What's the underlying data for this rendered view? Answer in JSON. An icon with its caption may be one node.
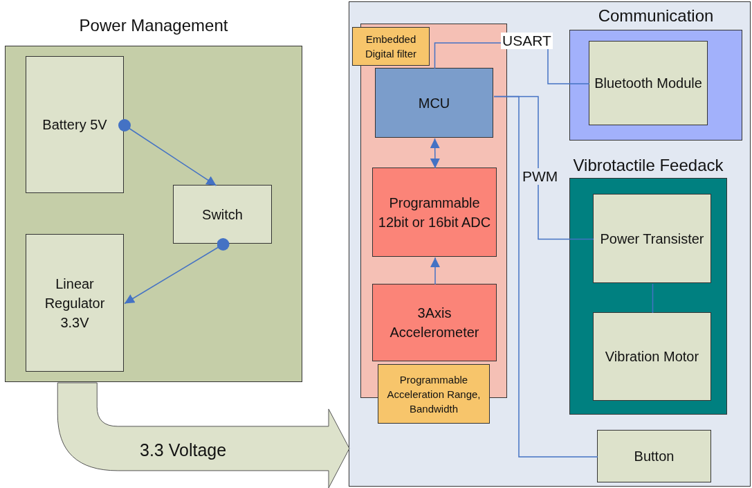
{
  "diagram": {
    "nodes": [
      {
        "text": [
          "Power Management"
        ]
      },
      {
        "text": [
          "Battery 5V"
        ],
        "in": 0
      },
      {
        "text": [
          "Switch"
        ],
        "in": 0
      },
      {
        "text": [
          "Linear Regulator 3.3V"
        ],
        "in": 0
      },
      {
        "text": [],
        "shape": "box"
      },
      {
        "text": [],
        "shape": "box",
        "in": 4
      },
      {
        "text": [
          "Embedded Digital filter"
        ],
        "in": 4
      },
      {
        "text": [
          "MCU"
        ],
        "in": 5
      },
      {
        "text": [
          "Programmable 12bit or 16bit ADC"
        ],
        "in": 5
      },
      {
        "text": [
          "3Axis Accelerometer"
        ],
        "in": 5
      },
      {
        "text": [
          "Programmable Acceleration Range, Bandwidth"
        ],
        "in": 4
      },
      {
        "text": [
          "Communication"
        ],
        "in": 4
      },
      {
        "text": [
          "Bluetooth Module"
        ],
        "in": 11
      },
      {
        "text": [
          "Vibrotactile Feedack"
        ],
        "in": 4
      },
      {
        "text": [
          "Power Transister"
        ],
        "in": 13
      },
      {
        "text": [
          "Vibration Motor"
        ],
        "in": 13
      },
      {
        "text": [
          "Button"
        ],
        "in": 4
      }
    ],
    "edges": [
      {
        "from": 1,
        "to": 2,
        "arrow": "to"
      },
      {
        "from": 2,
        "to": 3,
        "arrow": "to"
      },
      {
        "from": 0,
        "to": 4,
        "label": "3.3 Voltage",
        "arrow": "to",
        "style": "thick",
        "color": "#dde2cb"
      },
      {
        "from": 7,
        "to": 8,
        "arrow": "both"
      },
      {
        "from": 9,
        "to": 8,
        "arrow": "to"
      },
      {
        "from": 7,
        "to": 12,
        "label": "USART",
        "arrow": "none"
      },
      {
        "from": 7,
        "to": 14,
        "label": "PWM",
        "arrow": "none"
      },
      {
        "from": 7,
        "to": 16,
        "arrow": "none"
      },
      {
        "from": 14,
        "to": 15,
        "arrow": "none"
      }
    ]
  }
}
